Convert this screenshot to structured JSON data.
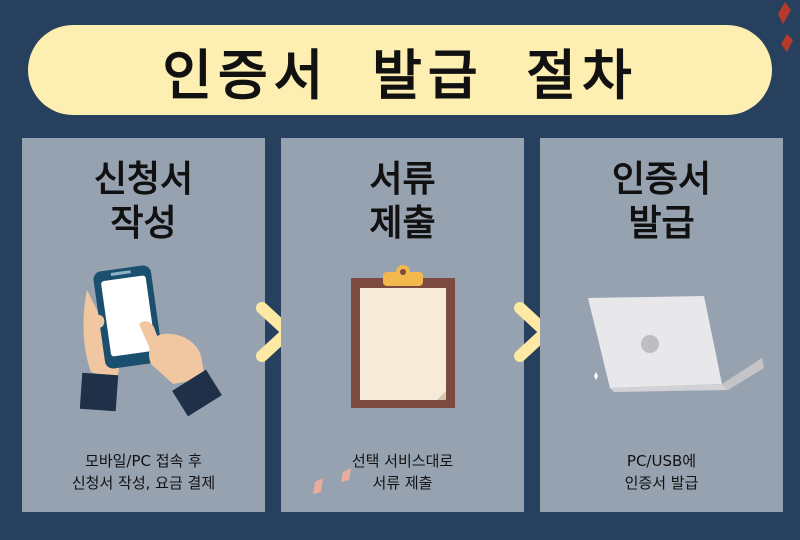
{
  "title": "인증서 발급 절차",
  "steps": [
    {
      "title_lines": [
        "신청서",
        "작성"
      ],
      "desc_lines": [
        "모바일/PC 접속 후",
        "신청서 작성, 요금 결제"
      ],
      "icon": "smartphone-in-hands-icon"
    },
    {
      "title_lines": [
        "서류",
        "제출"
      ],
      "desc_lines": [
        "선택 서비스대로",
        "서류 제출"
      ],
      "icon": "clipboard-icon"
    },
    {
      "title_lines": [
        "인증서",
        "발급"
      ],
      "desc_lines": [
        "PC/USB에",
        "인증서 발급"
      ],
      "icon": "laptop-icon"
    }
  ],
  "colors": {
    "background": "#27405e",
    "banner": "#fdeeb1",
    "panel": "#97a2b1",
    "arrow": "#fde9a4",
    "accent": "#b83a2b"
  }
}
